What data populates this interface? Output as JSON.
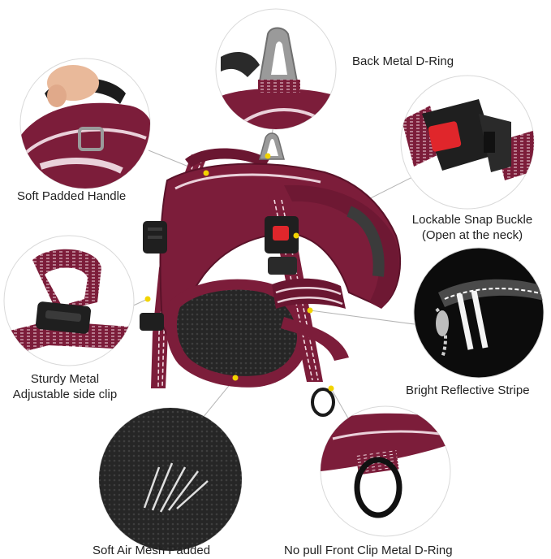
{
  "colors": {
    "strap": "#7c1d3a",
    "strap_dark": "#5a1229",
    "stitch": "#f2dbe2",
    "mesh": "#2b2b2b",
    "metal": "#9a9a9a",
    "buckle": "#1f1f1f",
    "buckle_button": "#e0262b",
    "callout_dot": "#f2d400",
    "leader_line": "#b5b5b5",
    "circle_border": "#d9d9d9"
  },
  "labels": {
    "back_d_ring": "Back Metal D-Ring",
    "handle": "Soft Padded Handle",
    "buckle_line1": "Lockable Snap Buckle",
    "buckle_line2": "(Open at the neck)",
    "side_clip_line1": "Sturdy Metal",
    "side_clip_line2": "Adjustable side clip",
    "reflective": "Bright Reflective Stripe",
    "mesh": "Soft Air Mesh Padded",
    "front_ring": "No pull Front Clip Metal D-Ring"
  },
  "icons": {
    "back_ring": "d-ring-icon",
    "handle": "handle-icon",
    "buckle": "snap-buckle-icon",
    "side_clip": "side-clip-icon",
    "reflective": "reflective-stripe-icon",
    "mesh": "air-mesh-icon",
    "front_ring": "front-d-ring-icon"
  }
}
